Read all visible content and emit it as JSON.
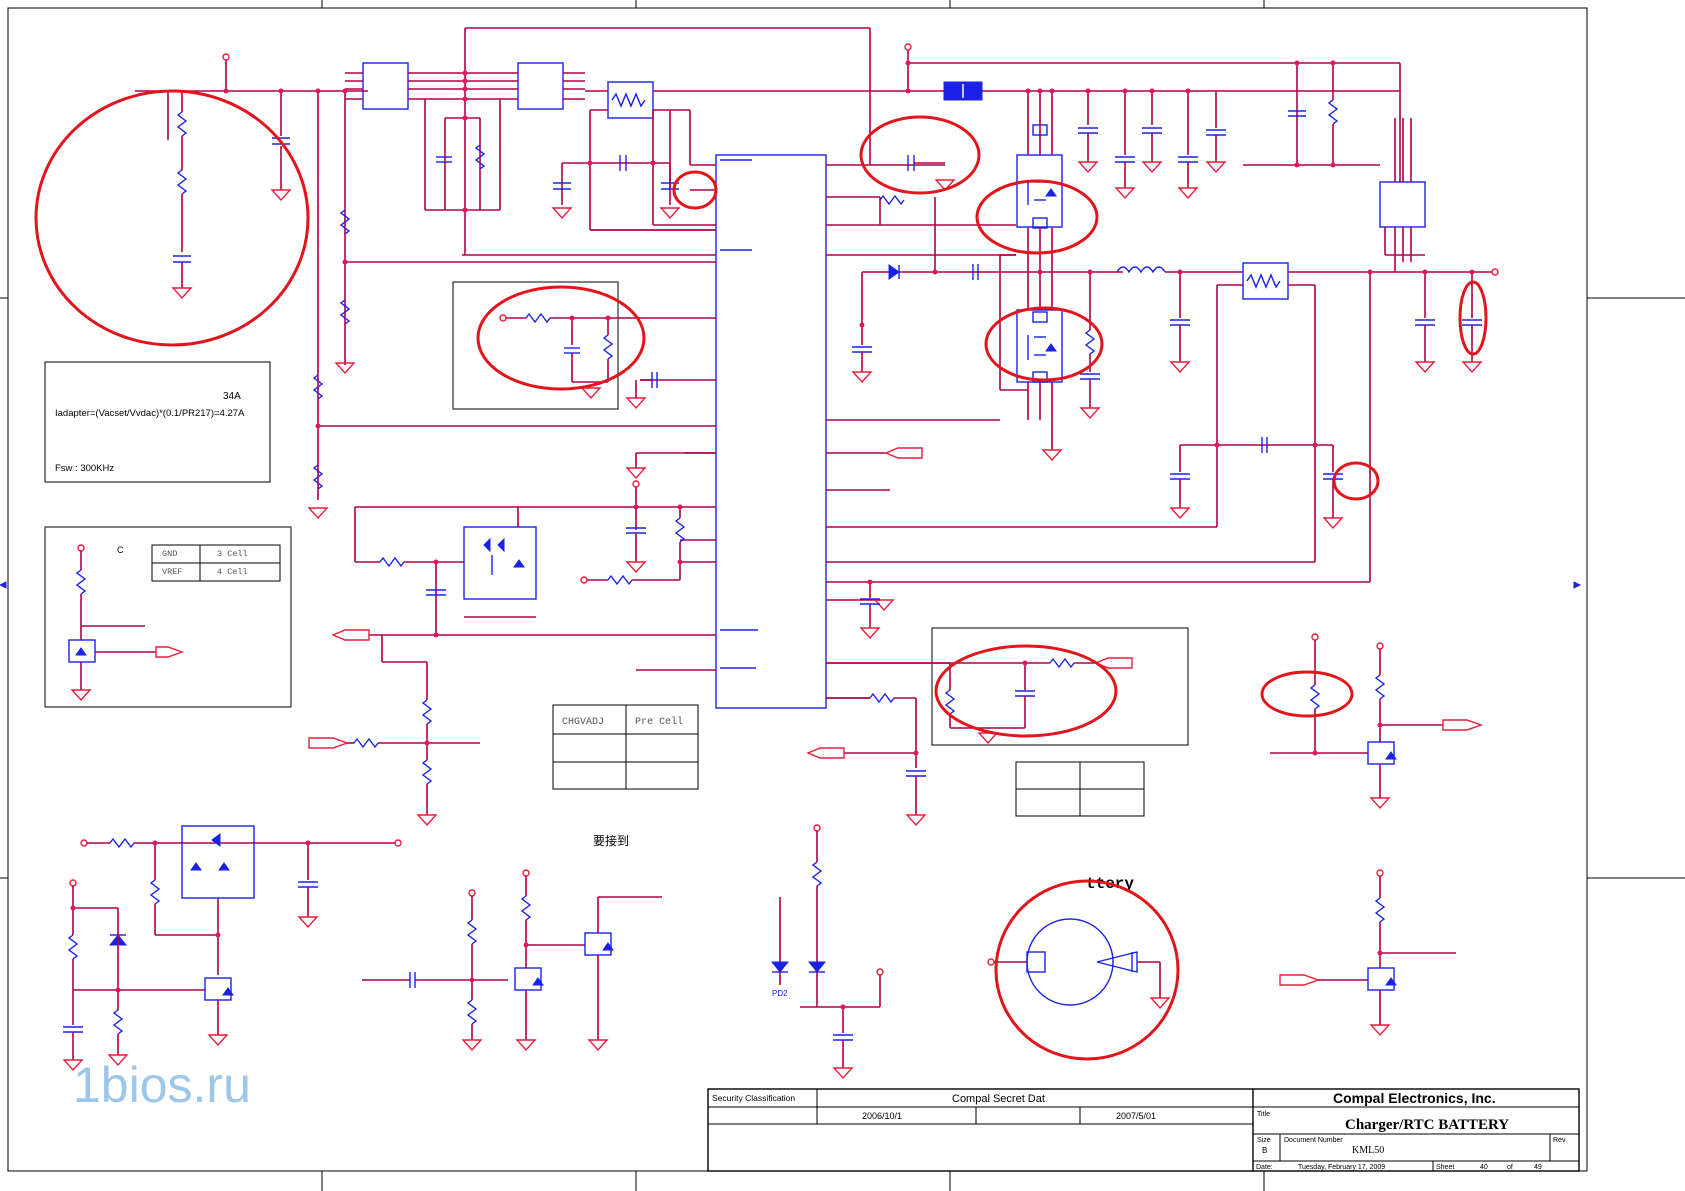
{
  "note": {
    "current_label": "34A",
    "formula": "Iadapter=(Vacset/Vvdac)*(0.1/PR217)=4.27A",
    "fsw": "Fsw : 300KHz"
  },
  "cell_table": {
    "header": "C",
    "rows": [
      [
        "GND",
        "3 Cell"
      ],
      [
        "VREF",
        "4 Cell"
      ]
    ]
  },
  "chgvadj_table": {
    "headers": [
      "CHGVADJ",
      "Pre Cell"
    ]
  },
  "chinese_note": "要接到",
  "battery_label": "ttery",
  "pd2_label": "PD2",
  "watermark": "1bios.ru",
  "title_block": {
    "security_label": "Security Classification",
    "secret_label": "Compal Secret Dat",
    "date1": "2006/10/1",
    "date2": "2007/5/01",
    "company": "Compal Electronics, Inc.",
    "title_label": "Title",
    "title": "Charger/RTC BATTERY",
    "size_label": "Size",
    "size_value": "B",
    "docnum_label": "Document Number",
    "docnum": "KML50",
    "rev_label": "Rev",
    "date_label": "Date:",
    "date_value": "Tuesday, February 17, 2009",
    "sheet_label": "Sheet",
    "sheet_num": "40",
    "of_label": "of",
    "sheet_total": "49"
  }
}
